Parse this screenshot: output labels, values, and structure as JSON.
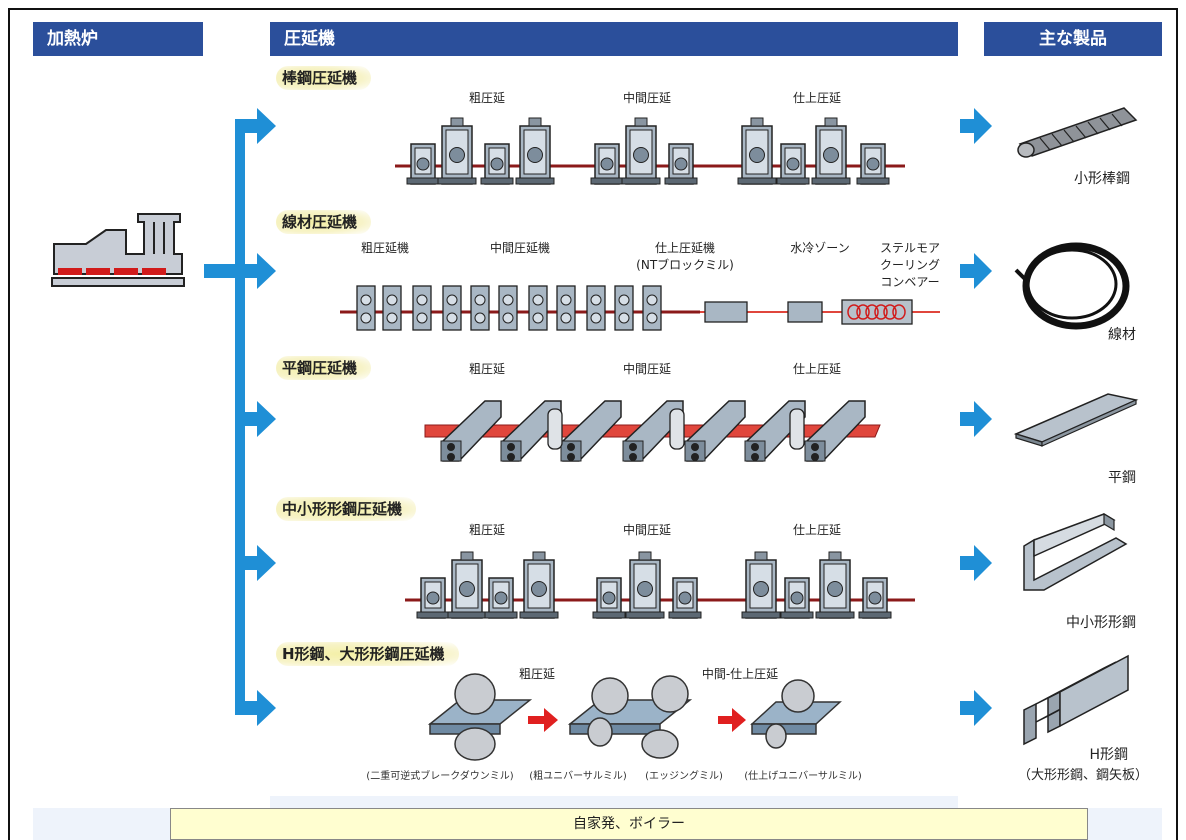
{
  "headers": {
    "furnace": "加熱炉",
    "mill": "圧延機",
    "products": "主な製品"
  },
  "sections": [
    {
      "title": "棒鋼圧延機",
      "stages": [
        "粗圧延",
        "中間圧延",
        "仕上圧延"
      ]
    },
    {
      "title": "線材圧延機",
      "stages": [
        "粗圧延機",
        "中間圧延機",
        "仕上圧延機\n(NTブロックミル)",
        "水冷ゾーン",
        "ステルモア\nクーリング\nコンベアー"
      ]
    },
    {
      "title": "平鋼圧延機",
      "stages": [
        "粗圧延",
        "中間圧延",
        "仕上圧延"
      ]
    },
    {
      "title": "中小形形鋼圧延機",
      "stages": [
        "粗圧延",
        "中間圧延",
        "仕上圧延"
      ]
    },
    {
      "title": "H形鋼、大形形鋼圧延機",
      "stages": [
        "粗圧延",
        "中間-仕上圧延"
      ]
    }
  ],
  "h_mill_captions": [
    "(二重可逆式ブレークダウンミル)",
    "(粗ユニバーサルミル)",
    "(エッジングミル)",
    "(仕上げユニバーサルミル)"
  ],
  "products": [
    {
      "name": "小形棒鋼",
      "icon": "round-bar-icon"
    },
    {
      "name": "線材",
      "icon": "wire-coil-icon"
    },
    {
      "name": "平鋼",
      "icon": "flat-bar-icon"
    },
    {
      "name": "中小形形鋼",
      "icon": "angle-steel-icon"
    },
    {
      "name": "H形鋼",
      "sub": "（大形形鋼、鋼矢板）",
      "icon": "h-beam-icon"
    }
  ],
  "footer": "自家発、ボイラー",
  "colors": {
    "header": "#2b4f9b",
    "arrow": "#1f8fd6",
    "column_bg": "#eef3fb",
    "steel_bar": "#8b1a1a",
    "hot_strip": "#e0463c",
    "red_arrow": "#e02020",
    "footer_bg": "#fffed0"
  }
}
